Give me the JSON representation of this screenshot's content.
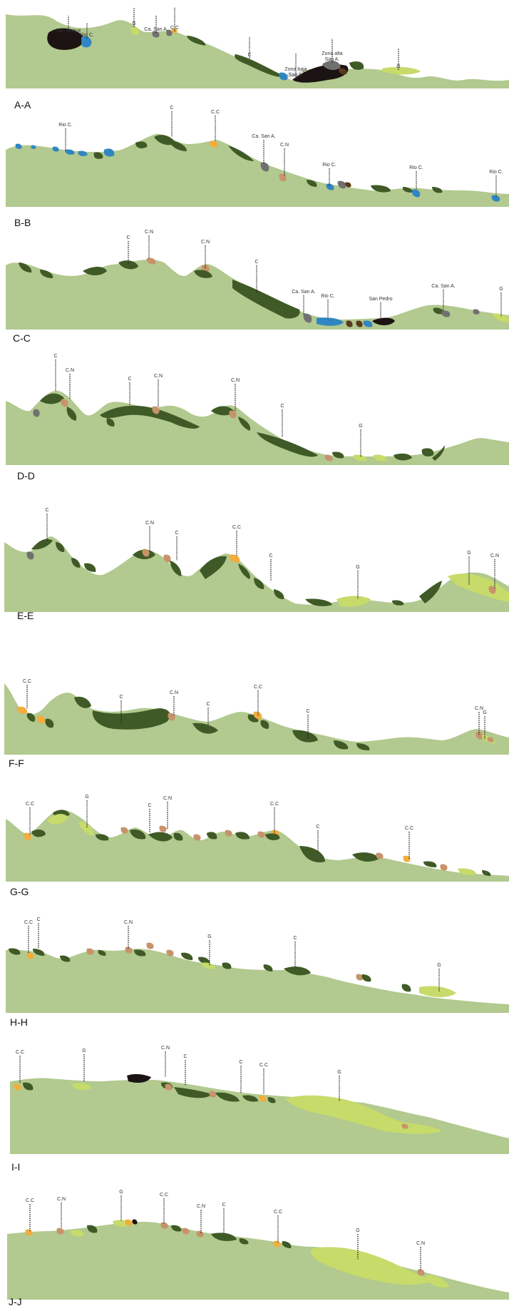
{
  "colors": {
    "terrain": "#b2c98f",
    "dark_green_unit": "#3f5a26",
    "light_green_unit": "#c6db6a",
    "tan_unit": "#c8936a",
    "orange_unit": "#f2ad3c",
    "grey_unit": "#707070",
    "blue_unit": "#2f86c2",
    "black_unit": "#1c1412",
    "brown_unit": "#5a3a1e",
    "white_unit": "#efefef",
    "callout_line": "#222222"
  },
  "sections": [
    {
      "id": "A-A",
      "title": "A-A",
      "callouts": [
        {
          "id": "a1",
          "lines": [
            "San Roque"
          ]
        },
        {
          "id": "a2",
          "lines": [
            "Rio C."
          ]
        },
        {
          "id": "a3",
          "lines": [
            "G"
          ]
        },
        {
          "id": "a4",
          "lines": [
            "Ca. San A."
          ]
        },
        {
          "id": "a5",
          "lines": [
            "C.C"
          ]
        },
        {
          "id": "a6",
          "lines": [
            "C"
          ]
        },
        {
          "id": "a7",
          "lines": [
            "Zona baja",
            "San A."
          ]
        },
        {
          "id": "a8",
          "lines": [
            "Zona alta",
            "San A."
          ]
        },
        {
          "id": "a9",
          "lines": [
            "G"
          ]
        }
      ]
    },
    {
      "id": "B-B",
      "title": "B-B",
      "callouts": [
        {
          "id": "b1",
          "lines": [
            "Rio C."
          ]
        },
        {
          "id": "b2",
          "lines": [
            "C"
          ]
        },
        {
          "id": "b3",
          "lines": [
            "C.C"
          ]
        },
        {
          "id": "b4",
          "lines": [
            "Ca. San A."
          ]
        },
        {
          "id": "b5",
          "lines": [
            "C.N"
          ]
        },
        {
          "id": "b6",
          "lines": [
            "Rio C."
          ]
        },
        {
          "id": "b7",
          "lines": [
            "Rio C."
          ]
        },
        {
          "id": "b8",
          "lines": [
            "Rio C."
          ]
        }
      ]
    },
    {
      "id": "C-C",
      "title": "C-C",
      "callouts": [
        {
          "id": "c1",
          "lines": [
            "C"
          ]
        },
        {
          "id": "c2",
          "lines": [
            "C.N"
          ]
        },
        {
          "id": "c3",
          "lines": [
            "C.N"
          ]
        },
        {
          "id": "c4",
          "lines": [
            "C"
          ]
        },
        {
          "id": "c5",
          "lines": [
            "Ca. San A."
          ]
        },
        {
          "id": "c6",
          "lines": [
            "Rio C."
          ]
        },
        {
          "id": "c7",
          "lines": [
            "San Pedro"
          ]
        },
        {
          "id": "c8",
          "lines": [
            "Ca. San A."
          ]
        },
        {
          "id": "c9",
          "lines": [
            "G"
          ]
        }
      ]
    },
    {
      "id": "D-D",
      "title": "D-D",
      "callouts": [
        {
          "id": "d1",
          "lines": [
            "C"
          ]
        },
        {
          "id": "d2",
          "lines": [
            "C.N"
          ]
        },
        {
          "id": "d3",
          "lines": [
            "C"
          ]
        },
        {
          "id": "d4",
          "lines": [
            "C.N"
          ]
        },
        {
          "id": "d5",
          "lines": [
            "C.N"
          ]
        },
        {
          "id": "d6",
          "lines": [
            "C"
          ]
        },
        {
          "id": "d7",
          "lines": [
            "G"
          ]
        }
      ]
    },
    {
      "id": "E-E",
      "title": "E-E",
      "callouts": [
        {
          "id": "e1",
          "lines": [
            "C"
          ]
        },
        {
          "id": "e2",
          "lines": [
            "C.N"
          ]
        },
        {
          "id": "e3",
          "lines": [
            "C"
          ]
        },
        {
          "id": "e4",
          "lines": [
            "C.C"
          ]
        },
        {
          "id": "e5",
          "lines": [
            "C"
          ]
        },
        {
          "id": "e6",
          "lines": [
            "G"
          ]
        },
        {
          "id": "e7",
          "lines": [
            "G"
          ]
        },
        {
          "id": "e8",
          "lines": [
            "C.N"
          ]
        }
      ]
    },
    {
      "id": "F-F",
      "title": "F-F",
      "callouts": [
        {
          "id": "f1",
          "lines": [
            "C.C"
          ]
        },
        {
          "id": "f2",
          "lines": [
            "C"
          ]
        },
        {
          "id": "f3",
          "lines": [
            "C.N"
          ]
        },
        {
          "id": "f4",
          "lines": [
            "C"
          ]
        },
        {
          "id": "f5",
          "lines": [
            "C.C"
          ]
        },
        {
          "id": "f6",
          "lines": [
            "C"
          ]
        },
        {
          "id": "f7",
          "lines": [
            "C.N"
          ]
        },
        {
          "id": "f8",
          "lines": [
            "G"
          ]
        }
      ]
    },
    {
      "id": "G-G",
      "title": "G-G",
      "callouts": [
        {
          "id": "g1",
          "lines": [
            "C.C"
          ]
        },
        {
          "id": "g2",
          "lines": [
            "G"
          ]
        },
        {
          "id": "g3",
          "lines": [
            "C"
          ]
        },
        {
          "id": "g4",
          "lines": [
            "C.N"
          ]
        },
        {
          "id": "g5",
          "lines": [
            "C.C"
          ]
        },
        {
          "id": "g6",
          "lines": [
            "C"
          ]
        },
        {
          "id": "g7",
          "lines": [
            "C.C"
          ]
        }
      ]
    },
    {
      "id": "H-H",
      "title": "H-H",
      "callouts": [
        {
          "id": "h1",
          "lines": [
            "C.C"
          ]
        },
        {
          "id": "h2",
          "lines": [
            "C"
          ]
        },
        {
          "id": "h3",
          "lines": [
            "C.N"
          ]
        },
        {
          "id": "h4",
          "lines": [
            "G"
          ]
        },
        {
          "id": "h5",
          "lines": [
            "C"
          ]
        },
        {
          "id": "h6",
          "lines": [
            "G"
          ]
        }
      ]
    },
    {
      "id": "I-I",
      "title": "I-I",
      "callouts": [
        {
          "id": "i1",
          "lines": [
            "C.C"
          ]
        },
        {
          "id": "i2",
          "lines": [
            "G"
          ]
        },
        {
          "id": "i3",
          "lines": [
            "C.N"
          ]
        },
        {
          "id": "i4",
          "lines": [
            "C"
          ]
        },
        {
          "id": "i5",
          "lines": [
            "C"
          ]
        },
        {
          "id": "i6",
          "lines": [
            "C.C"
          ]
        },
        {
          "id": "i7",
          "lines": [
            "G"
          ]
        }
      ]
    },
    {
      "id": "J-J",
      "title": "J-J",
      "callouts": [
        {
          "id": "j1",
          "lines": [
            "C.C"
          ]
        },
        {
          "id": "j2",
          "lines": [
            "C.N"
          ]
        },
        {
          "id": "j3",
          "lines": [
            "G"
          ]
        },
        {
          "id": "j4",
          "lines": [
            "C.C"
          ]
        },
        {
          "id": "j5",
          "lines": [
            "C.N"
          ]
        },
        {
          "id": "j6",
          "lines": [
            "C"
          ]
        },
        {
          "id": "j7",
          "lines": [
            "C.C"
          ]
        },
        {
          "id": "j8",
          "lines": [
            "G"
          ]
        },
        {
          "id": "j9",
          "lines": [
            "C.N"
          ]
        }
      ]
    }
  ]
}
